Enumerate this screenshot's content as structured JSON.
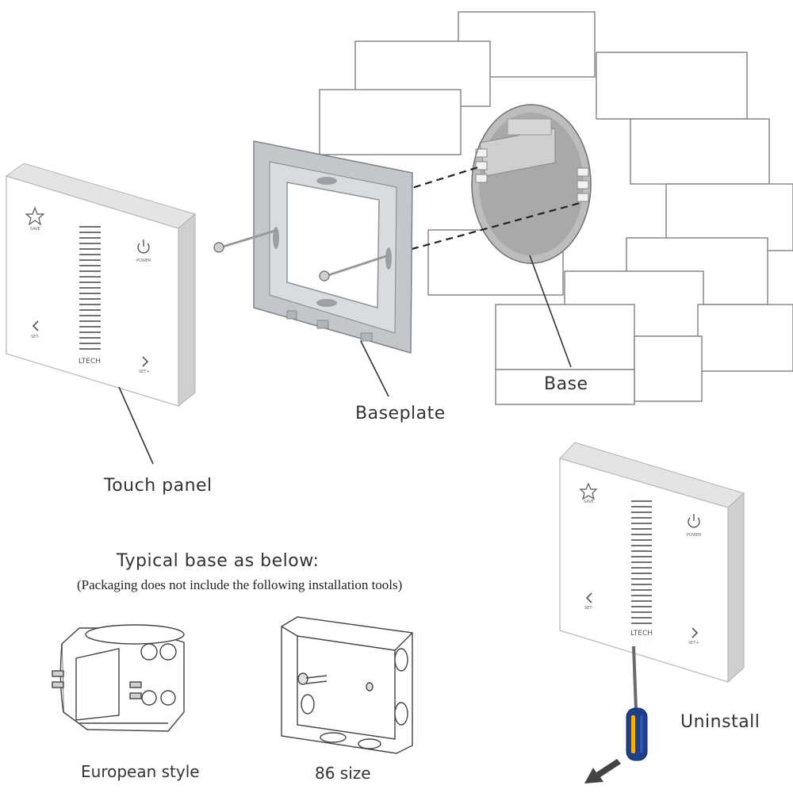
{
  "labels": {
    "touch_panel": "Touch panel",
    "baseplate": "Baseplate",
    "base": "Base",
    "uninstall": "Uninstall",
    "typical_base": "Typical base as below:",
    "note": "(Packaging does not include the following installation tools)",
    "european": "European style",
    "size86": "86 size"
  },
  "panel": {
    "brand": "LTECH",
    "save": "SAVE",
    "power": "POWER",
    "set_minus": "SET-",
    "set_plus": "SET+"
  },
  "colors": {
    "line": "#555555",
    "panel_edge": "#c9c9c9",
    "plate": "#b8bcc0",
    "driver_handle": "#1f3f8a",
    "driver_accent": "#f2b400"
  }
}
